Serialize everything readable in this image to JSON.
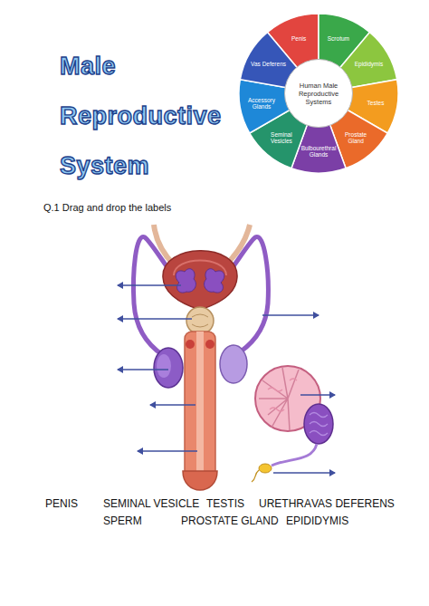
{
  "diagram": {
    "title": "Male Reproductive System",
    "nodes": [
      {
        "text": [
          "Penis"
        ]
      },
      {
        "text": [
          "Scrotum"
        ]
      },
      {
        "text": [
          "Epididymis"
        ]
      },
      {
        "text": [
          "Testes"
        ]
      },
      {
        "text": [
          "Prostate Gland"
        ]
      },
      {
        "text": [
          "Bulbourethral Glands"
        ]
      },
      {
        "text": [
          "Seminal Vesicles"
        ]
      },
      {
        "text": [
          "Accessory Glands"
        ]
      },
      {
        "text": [
          "Vas Deferens"
        ]
      },
      {
        "text": [
          "Human Male Reproductive Systems"
        ]
      }
    ],
    "labels": [
      "Q.1 Drag and drop the labels",
      "PENIS",
      "SEMINAL VESICLE",
      "TESTIS",
      "URETHRA",
      "VAS DEFERENS",
      "SPERM",
      "PROSTATE GLAND",
      "EPIDIDYMIS"
    ]
  }
}
